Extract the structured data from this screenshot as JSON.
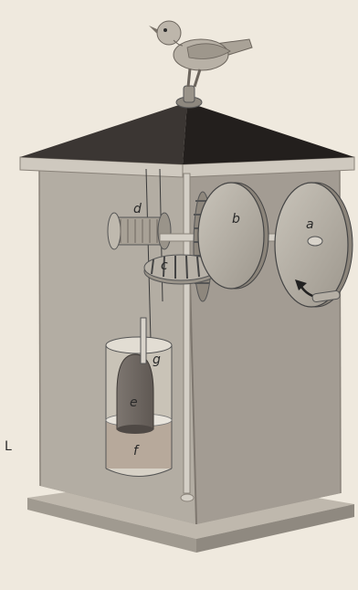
{
  "figure": {
    "labels": {
      "a": "a",
      "b": "b",
      "c": "c",
      "d": "d",
      "e": "e",
      "f": "f",
      "g": "g",
      "corner": "L"
    }
  }
}
